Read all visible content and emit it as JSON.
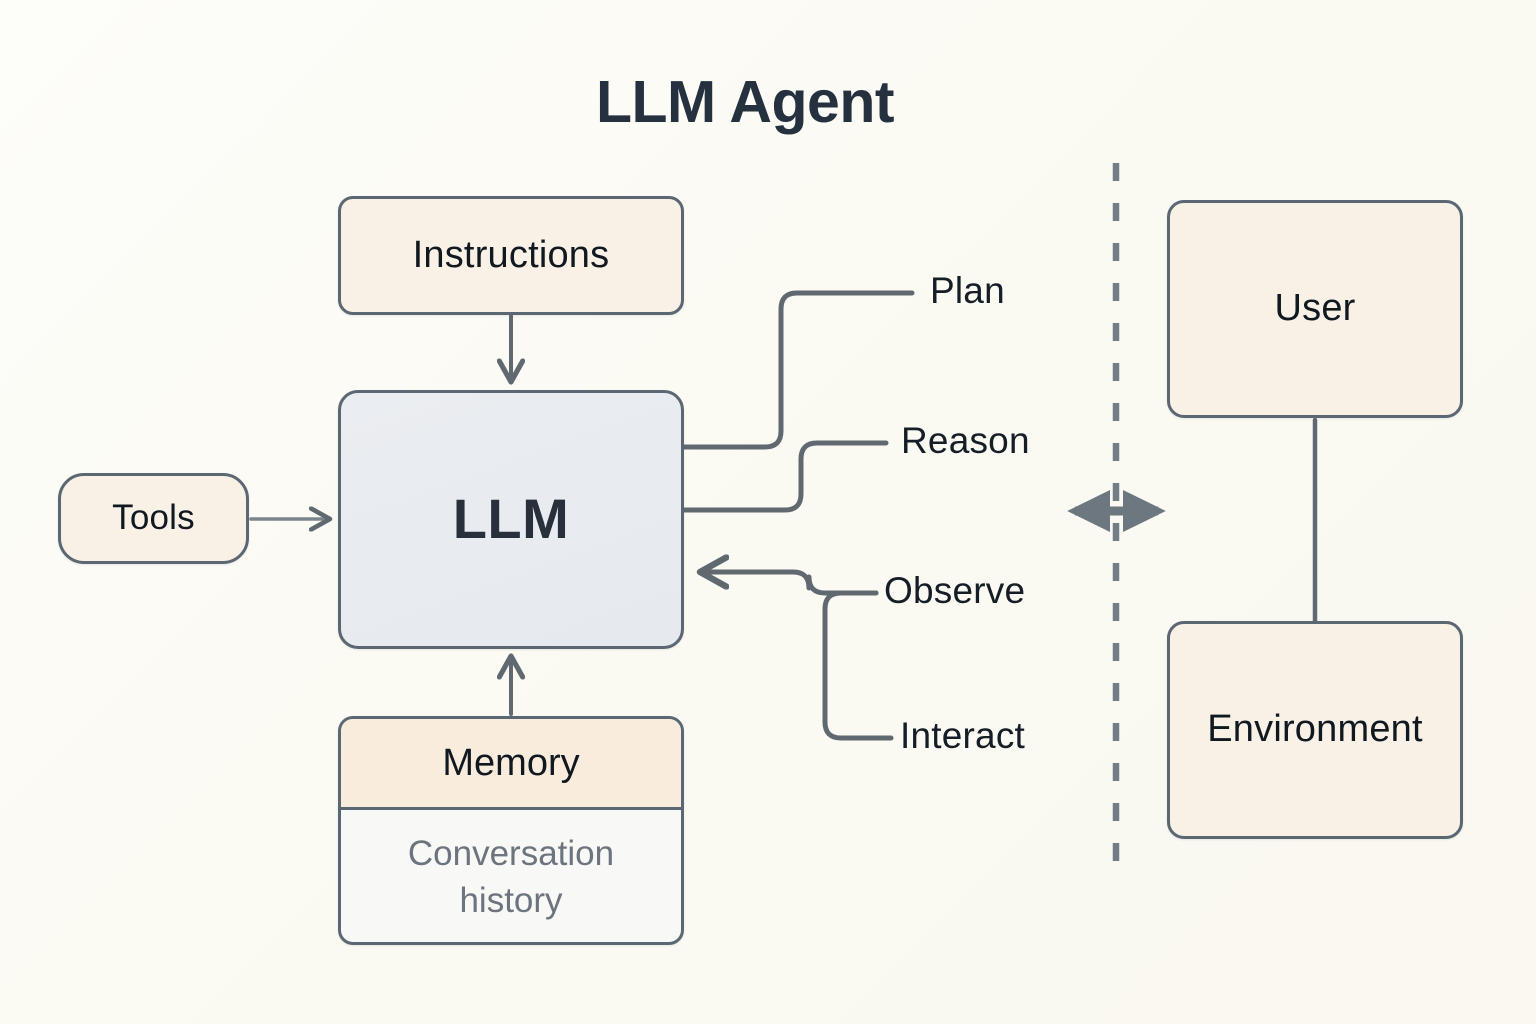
{
  "diagram": {
    "title": "LLM Agent",
    "background_color": "#fbfaf3",
    "accent_border_color": "#5b6773",
    "node_fill_cream": "#faf1e6",
    "node_fill_gray": "#e8ebef",
    "text_color": "#101820",
    "muted_text_color": "#6c747e"
  },
  "agent": {
    "instructions": {
      "label": "Instructions"
    },
    "llm": {
      "label": "LLM"
    },
    "tools": {
      "label": "Tools"
    },
    "memory": {
      "header": "Memory",
      "body": "Conversation history"
    }
  },
  "capabilities": [
    {
      "label": "Plan"
    },
    {
      "label": "Reason"
    },
    {
      "label": "Observe"
    },
    {
      "label": "Interact"
    }
  ],
  "external": {
    "user": {
      "label": "User"
    },
    "environment": {
      "label": "Environment"
    }
  },
  "connectors": {
    "instructions_to_llm": "arrow-down",
    "memory_to_llm": "arrow-up",
    "tools_to_llm": "arrow-right",
    "llm_to_plan": "elbow",
    "llm_to_reason": "elbow",
    "observe_to_llm": "elbow-arrow-left",
    "interact_to_llm": "elbow-arrow-left",
    "boundary": "dashed-vertical-divider",
    "exchange": "double-headed-arrow",
    "user_to_environment": "line"
  }
}
